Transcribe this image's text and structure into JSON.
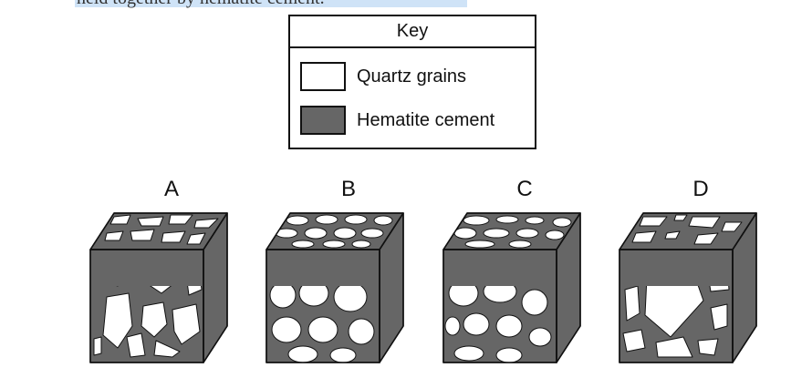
{
  "header_text": "held together by hematite cement.",
  "key": {
    "title": "Key",
    "items": [
      {
        "label": "Quartz grains",
        "color": "#ffffff"
      },
      {
        "label": "Hematite cement",
        "color": "#666666"
      }
    ]
  },
  "cubes": [
    {
      "label": "A"
    },
    {
      "label": "B"
    },
    {
      "label": "C"
    },
    {
      "label": "D"
    }
  ],
  "colors": {
    "cement": "#666666",
    "grain": "#ffffff",
    "outline": "#111111"
  }
}
